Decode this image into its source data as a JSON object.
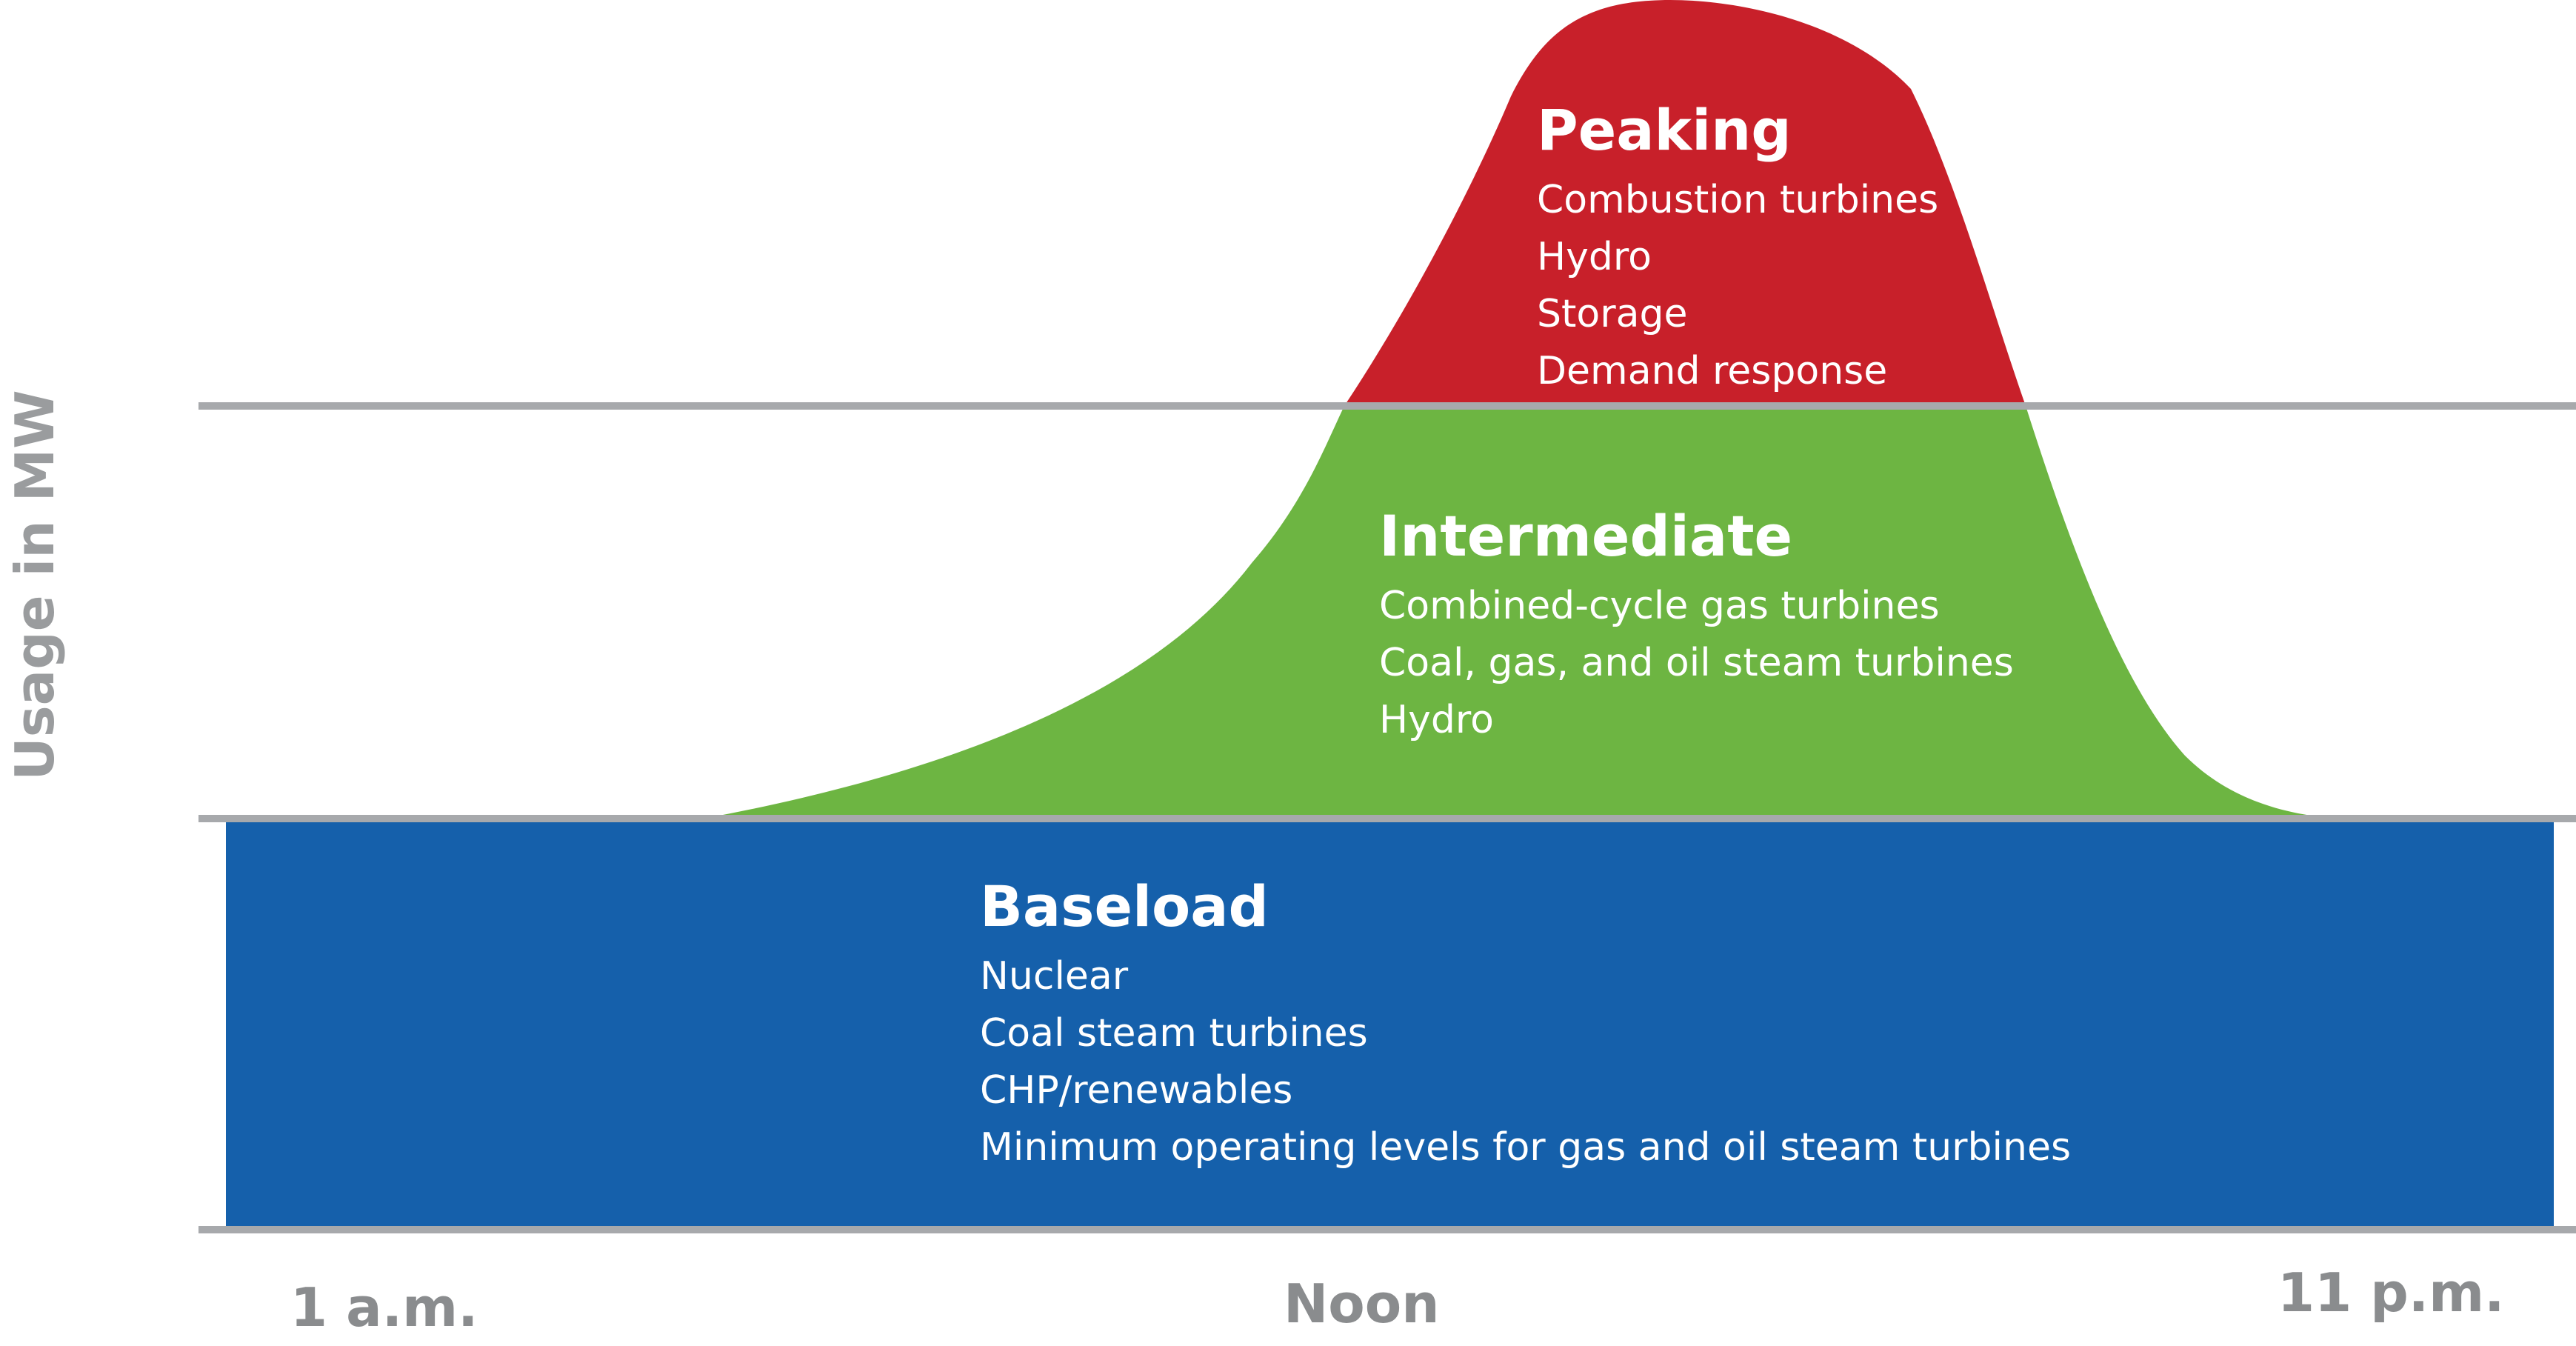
{
  "y_axis_label": "Usage in MW",
  "x_axis": {
    "start_label": "1 a.m.",
    "mid_label": "Noon",
    "end_label": "11 p.m."
  },
  "tiers": {
    "peaking": {
      "title": "Peaking",
      "color": "#c8202a",
      "items": [
        "Combustion turbines",
        "Hydro",
        "Storage",
        "Demand response"
      ]
    },
    "intermediate": {
      "title": "Intermediate",
      "color": "#6db542",
      "items": [
        "Combined-cycle gas turbines",
        "Coal, gas, and oil steam turbines",
        "Hydro"
      ]
    },
    "baseload": {
      "title": "Baseload",
      "color": "#1560ab",
      "items": [
        "Nuclear",
        "Coal steam turbines",
        "CHP/renewables",
        "Minimum operating levels for gas and oil steam turbines"
      ]
    }
  },
  "divider_color": "#a7a9ac"
}
